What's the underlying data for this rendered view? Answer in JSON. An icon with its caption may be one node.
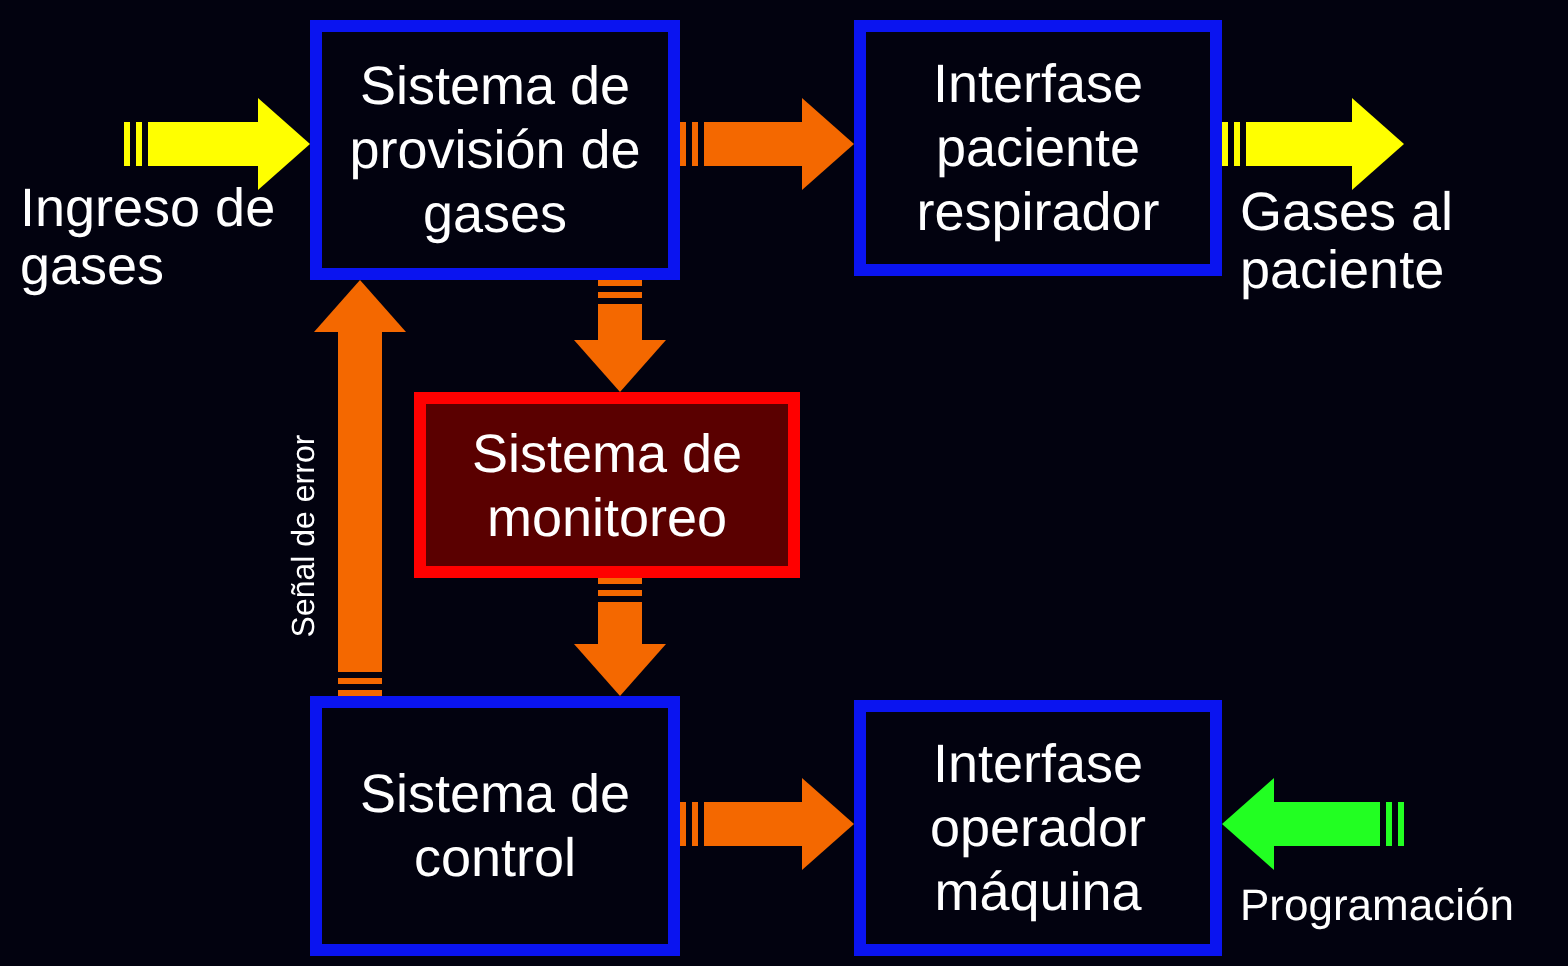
{
  "diagram": {
    "nodes": [
      {
        "text": [
          "Sistema de provisión de gases"
        ]
      },
      {
        "text": [
          "Interfase paciente respirador"
        ]
      },
      {
        "text": [
          "Sistema de monitoreo"
        ]
      },
      {
        "text": [
          "Sistema de control"
        ]
      },
      {
        "text": [
          "Interfase operador máquina"
        ]
      }
    ],
    "edges": [
      {
        "from": null,
        "to": 0,
        "arrow": "to",
        "label": "Ingreso de gases",
        "color": "#ffff00"
      },
      {
        "from": 0,
        "to": 1,
        "arrow": "to"
      },
      {
        "from": 1,
        "to": null,
        "arrow": "to",
        "label": "Gases al paciente",
        "color": "#ffff00"
      },
      {
        "from": 0,
        "to": 2,
        "arrow": "to"
      },
      {
        "from": 2,
        "to": 3,
        "arrow": "to"
      },
      {
        "from": 3,
        "to": 0,
        "arrow": "to",
        "label": "Señal de error"
      },
      {
        "from": 3,
        "to": 4,
        "arrow": "to"
      },
      {
        "from": null,
        "to": 4,
        "arrow": "to",
        "label": "Programación",
        "color": "#22ff22"
      }
    ]
  }
}
